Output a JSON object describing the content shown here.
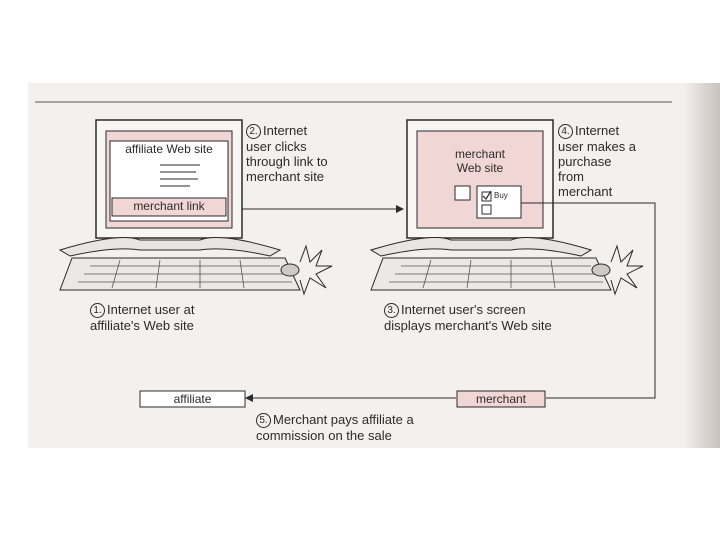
{
  "affiliate_screen": {
    "site_label": "affiliate Web site",
    "link_label": "merchant link"
  },
  "merchant_screen": {
    "site_label": "merchant\nWeb site",
    "buy_label": "Buy"
  },
  "steps": [
    {
      "num": "1.",
      "text": "Internet user at\naffiliate's Web site"
    },
    {
      "num": "2.",
      "text": "Internet\nuser clicks\nthrough link to\nmerchant site"
    },
    {
      "num": "3.",
      "text": "Internet user's screen\ndisplays merchant's Web site"
    },
    {
      "num": "4.",
      "text": "Internet\nuser makes a\npurchase\nfrom\nmerchant"
    },
    {
      "num": "5.",
      "text": "Merchant pays affiliate a\ncommission on the sale"
    }
  ],
  "bottom_boxes": {
    "affiliate": "affiliate",
    "merchant": "merchant"
  },
  "colors": {
    "pink_fill": "#f1d6d6",
    "line": "#2b2b2b"
  }
}
